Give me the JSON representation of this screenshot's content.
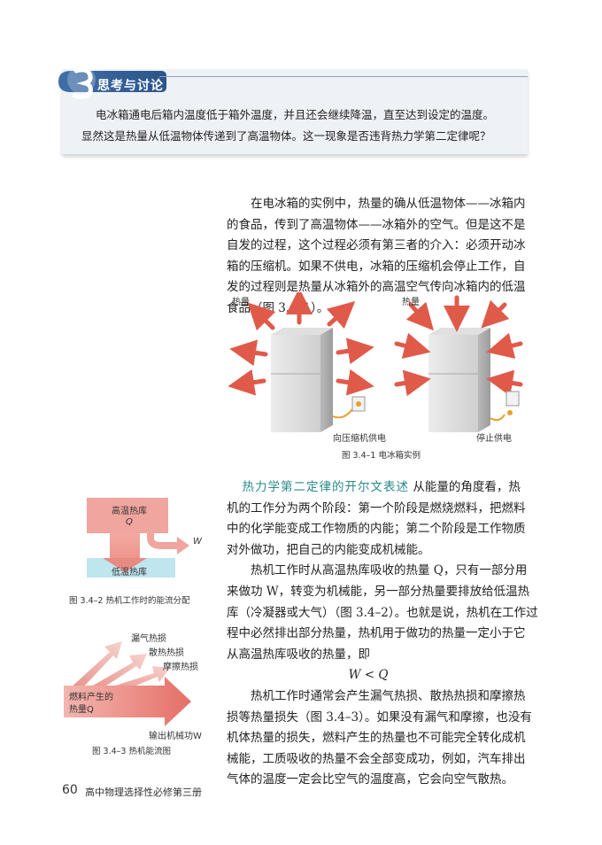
{
  "discussion": {
    "title": "思考与讨论",
    "line1": "电冰箱通电后箱内温度低于箱外温度，并且还会继续降温，直至达到设定的温度。",
    "line2": "显然这是热量从低温物体传递到了高温物体。这一现象是否违背热力学第二定律呢？"
  },
  "intro": {
    "p1_l1": "在电冰箱的实例中，热量的确从低温物体——冰箱内",
    "p1_l2": "的食品，传到了高温物体——冰箱外的空气。但是这不是",
    "p1_l3": "自发的过程，这个过程必须有第三者的介入：必须开动冰",
    "p1_l4": "箱的压缩机。如果不供电，冰箱的压缩机会停止工作，自",
    "p1_l5": "发的过程则是热量从冰箱外的高温空气传向冰箱内的低温",
    "p1_l6": "食品（图 3.4–1）。"
  },
  "fig341": {
    "heat_left": "热量",
    "heat_right": "热量",
    "label_left": "向压缩机供电",
    "label_right": "停止供电",
    "caption": "图 3.4–1    电冰箱实例"
  },
  "section": {
    "lead": "热力学第二定律的开尔文表述",
    "s1_rest": "  从能量的角度看，热",
    "s1_l2": "机的工作分为两个阶段：第一个阶段是燃烧燃料，把燃料",
    "s1_l3": "中的化学能变成工作物质的内能；第二个阶段是工作物质",
    "s1_l4": "对外做功，把自己的内能变成机械能。",
    "s2_l1": "热机工作时从高温热库吸收的热量 Q，只有一部分用",
    "s2_l2": "来做功 W，转变为机械能，另一部分热量要排放给低温热",
    "s2_l3": "库（冷凝器或大气）（图 3.4–2）。也就是说，热机在工作过",
    "s2_l4": "程中必然排出部分热量，热机用于做功的热量一定小于它",
    "s2_l5": "从高温热库吸收的热量，即",
    "formula": "W < Q",
    "s3_l1": "热机工作时通常会产生漏气热损、散热热损和摩擦热",
    "s3_l2": "损等热量损失（图 3.4–3）。如果没有漏气和摩擦，也没有",
    "s3_l3": "机体热量的损失，燃料产生的热量也不可能完全转化成机",
    "s3_l4": "械能，工质吸收的热量不会全部变成功，例如，汽车排出",
    "s3_l5": "气体的温度一定会比空气的温度高，它会向空气散热。"
  },
  "fig342": {
    "hot": "高温热库",
    "q": "Q",
    "w": "W",
    "cold": "低温热库",
    "caption": "图 3.4–2    热机工作时的能流分配"
  },
  "fig343": {
    "leak": "漏气热损",
    "dissipate": "散热热损",
    "friction": "摩擦热损",
    "fuel_l1": "燃料产生的",
    "fuel_l2": "热量Q",
    "output": "输出机械功W",
    "caption": "图 3.4–3    热机能流图"
  },
  "footer": {
    "page": "60",
    "book": "高中物理选择性必修第三册"
  },
  "colors": {
    "accent": "#2a8a8a",
    "disc_bg": "#eef1f6",
    "heat_red": "#e05a4a",
    "fridge": "#d8d8d8"
  }
}
